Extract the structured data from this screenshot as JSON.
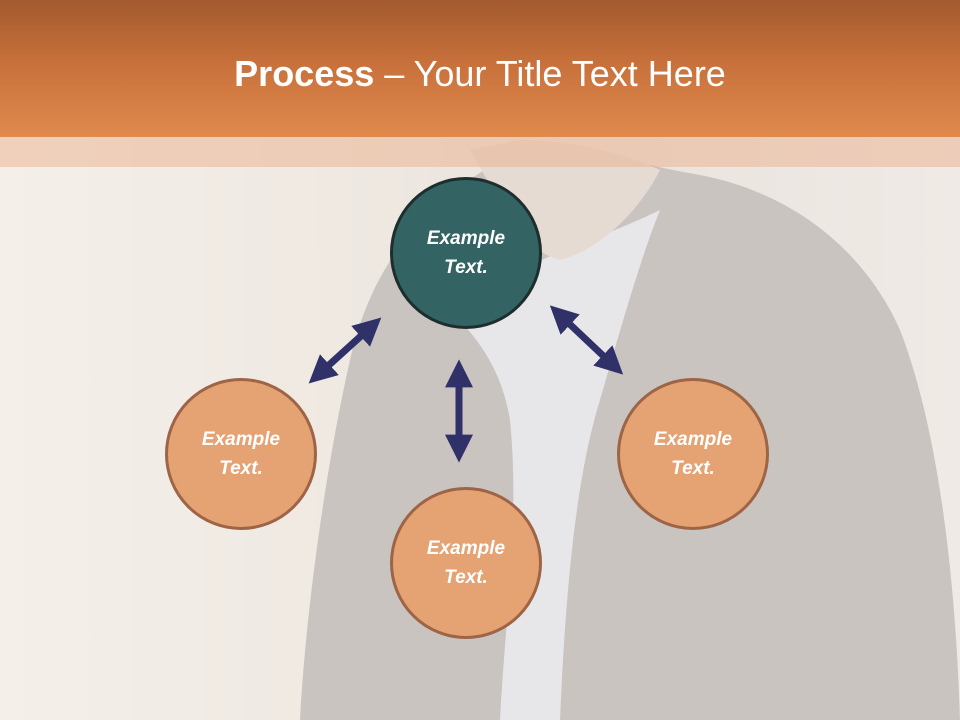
{
  "header": {
    "title_strong": "Process",
    "title_separator": " – ",
    "title_rest": "Your Title Text Here"
  },
  "nodes": {
    "center": {
      "label": "Example Text."
    },
    "left": {
      "label": "Example Text."
    },
    "bottom": {
      "label": "Example Text."
    },
    "right": {
      "label": "Example Text."
    }
  },
  "colors": {
    "header_orange": "#d7804a",
    "center_fill": "#336363",
    "node_fill": "#e5a273",
    "node_border": "#9d6446",
    "arrow": "#2f3168"
  }
}
